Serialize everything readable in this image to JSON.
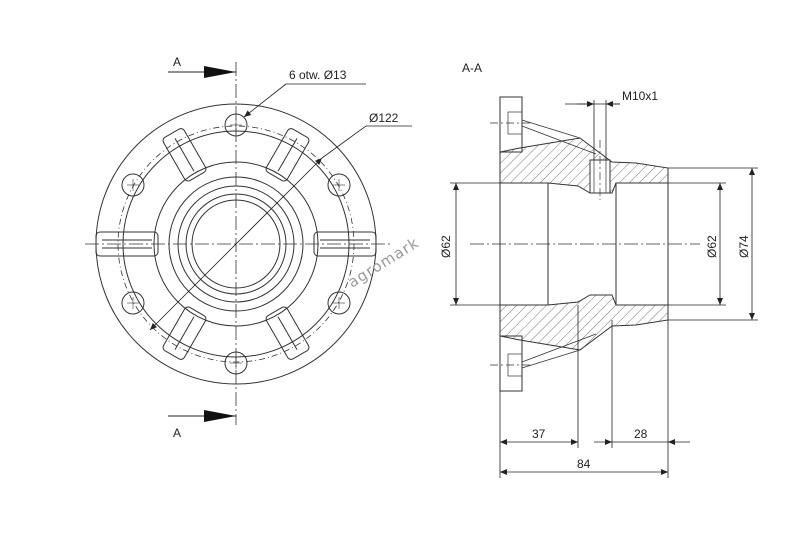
{
  "front_view": {
    "section_mark_top": "A",
    "section_mark_bottom": "A",
    "holes_label": "6 otw. Ø13",
    "diameter_label": "Ø122"
  },
  "section_view": {
    "title": "A-A",
    "thread_label": "M10x1",
    "bore_label_left": "Ø62",
    "bore_label_right": "Ø62",
    "outer_label": "Ø74",
    "dim_37": "37",
    "dim_28": "28",
    "dim_84": "84"
  },
  "watermark": "agromark",
  "colors": {
    "line": "#333333",
    "hatch": "#555555",
    "watermark": "#9a9a9a"
  }
}
